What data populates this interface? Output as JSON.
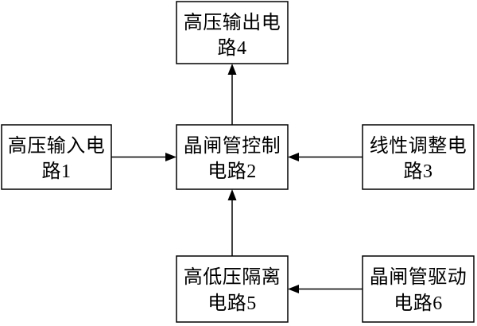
{
  "blocks": [
    {
      "lines": [
        "高压输入电",
        "路1"
      ]
    },
    {
      "lines": [
        "晶闸管控制",
        "电路2"
      ]
    },
    {
      "lines": [
        "线性调整电",
        "路3"
      ]
    },
    {
      "lines": [
        "高压输出电",
        "路4"
      ]
    },
    {
      "lines": [
        "高低压隔离",
        "电路5"
      ]
    },
    {
      "lines": [
        "晶闸管驱动",
        "电路6"
      ]
    }
  ],
  "connections": [
    {
      "from": 0,
      "to": 1
    },
    {
      "from": 2,
      "to": 1
    },
    {
      "from": 1,
      "to": 3
    },
    {
      "from": 4,
      "to": 1
    },
    {
      "from": 5,
      "to": 4
    }
  ],
  "colors": {
    "line": "#000000",
    "background": "#ffffff",
    "text": "#000000"
  }
}
